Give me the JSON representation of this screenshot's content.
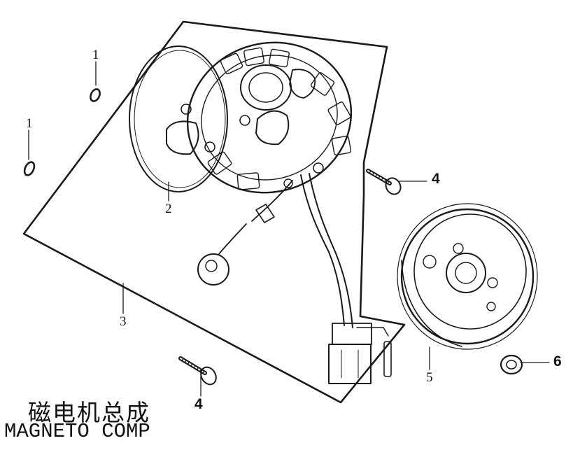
{
  "title": {
    "chinese": "磁电机总成",
    "english": "MAGNETO COMP"
  },
  "callouts": [
    {
      "id": "c1a",
      "label": "1"
    },
    {
      "id": "c1b",
      "label": "1"
    },
    {
      "id": "c2",
      "label": "2"
    },
    {
      "id": "c3",
      "label": "3"
    },
    {
      "id": "c4a",
      "label": "4"
    },
    {
      "id": "c4b",
      "label": "4"
    },
    {
      "id": "c5",
      "label": "5"
    },
    {
      "id": "c6",
      "label": "6"
    }
  ],
  "colors": {
    "line": "#1a1a1a",
    "shade": "#9a9a9a",
    "background": "#ffffff"
  },
  "parts_icons": [
    "o-ring-icon",
    "gasket-ring-icon",
    "stator-assembly-icon",
    "bolt-icon",
    "flywheel-rotor-icon",
    "nut-icon",
    "connector-icon"
  ]
}
